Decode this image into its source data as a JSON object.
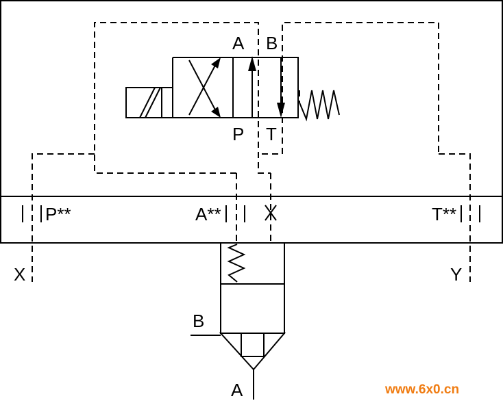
{
  "labels": {
    "pilot_A": "A",
    "pilot_B": "B",
    "pilot_P": "P",
    "pilot_T": "T",
    "port_X": "X",
    "port_Y": "Y",
    "port_P": "P**",
    "port_A": "A**",
    "port_T": "T**",
    "cartridge_B": "B",
    "cartridge_A": "A"
  },
  "watermark": "www.6x0.cn"
}
